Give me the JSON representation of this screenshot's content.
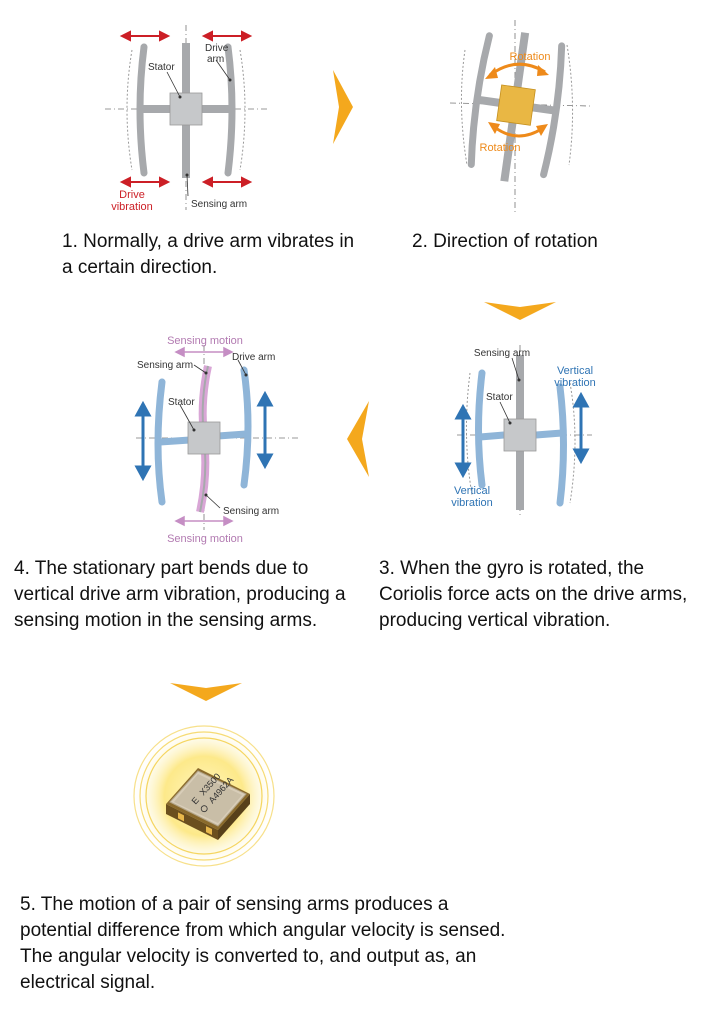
{
  "step1": {
    "labels": {
      "drive_arm_1": "Drive",
      "drive_arm_2": "arm",
      "stator": "Stator",
      "drive_vibration_1": "Drive",
      "drive_vibration_2": "vibration",
      "sensing_arm": "Sensing arm"
    },
    "caption": "1. Normally, a drive arm vibrates in a certain direction."
  },
  "step2": {
    "labels": {
      "rotation_top": "Rotation",
      "rotation_bottom": "Rotation"
    },
    "caption": "2. Direction of rotation"
  },
  "step3": {
    "labels": {
      "sensing_arm": "Sensing arm",
      "stator": "Stator",
      "vertical_vibration_top_1": "Vertical",
      "vertical_vibration_top_2": "vibration",
      "vertical_vibration_bottom_1": "Vertical",
      "vertical_vibration_bottom_2": "vibration"
    },
    "caption": "3. When the gyro is rotated, the Coriolis force acts on the drive arms, producing vertical vibration."
  },
  "step4": {
    "labels": {
      "sensing_motion_top": "Sensing motion",
      "sensing_arm_top": "Sensing arm",
      "drive_arm": "Drive arm",
      "stator": "Stator",
      "sensing_arm_bottom": "Sensing arm",
      "sensing_motion_bottom": "Sensing motion"
    },
    "caption": "4. The stationary part bends due to vertical drive arm vibration, producing a sensing motion in the sensing arms."
  },
  "step5": {
    "chip_text": {
      "brand": "E",
      "model": "X3500",
      "lot": "A4962A"
    },
    "caption": "5. The motion of a pair of sensing arms produces a potential difference from which angular velocity is sensed. The angular velocity is converted to, and output as, an electrical signal."
  },
  "colors": {
    "drive_red": "#cc1f26",
    "rotation_orange": "#ee8a1a",
    "vertical_blue": "#2f74b4",
    "sensing_pink": "#c58ec4",
    "flow_arrow": "#f4a81d"
  }
}
